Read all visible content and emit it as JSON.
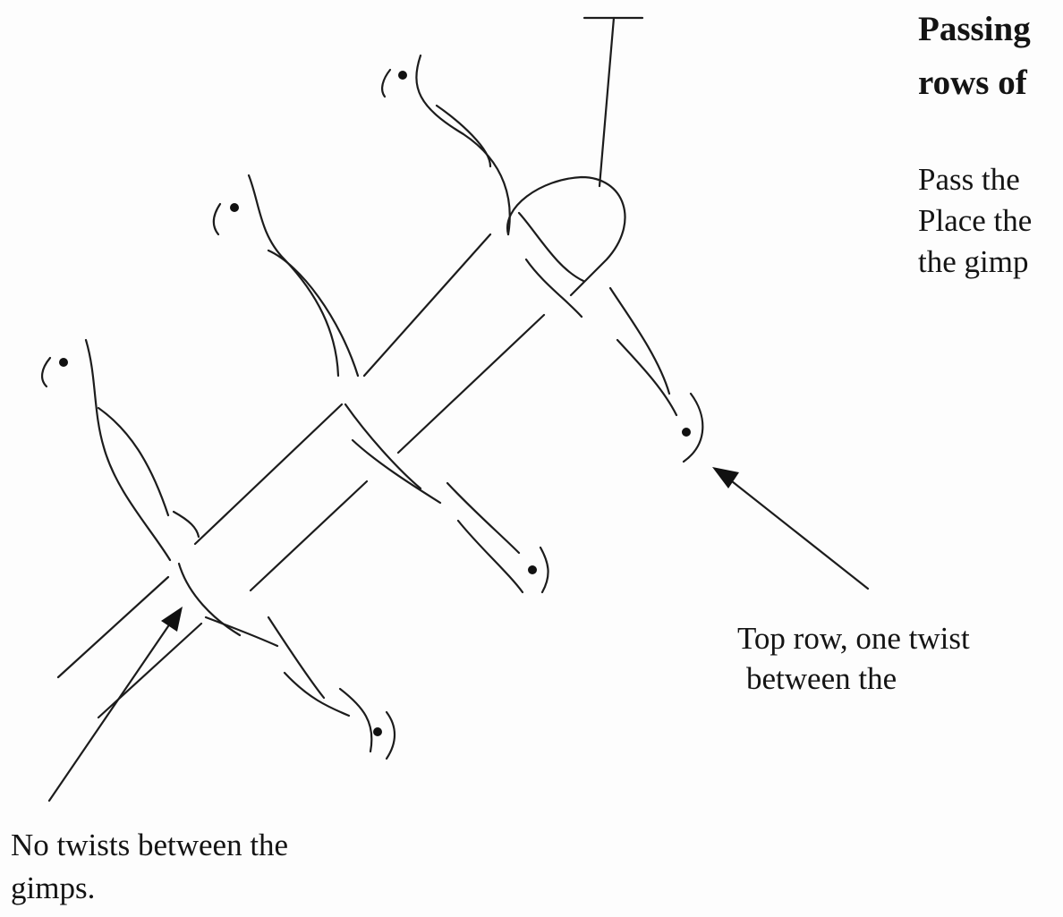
{
  "heading": {
    "line1": "Passing",
    "line2": "rows of"
  },
  "instructions": {
    "line1": "Pass the",
    "line2": "Place the",
    "line3": "the gimp"
  },
  "callouts": {
    "top_row": {
      "line1": "Top row, one twist",
      "line2": "between the"
    },
    "no_twists": {
      "line1": "No twists between the",
      "line2": "gimps."
    }
  },
  "colors": {
    "ink": "#1c1c1c",
    "paper": "#fdfdfd"
  }
}
